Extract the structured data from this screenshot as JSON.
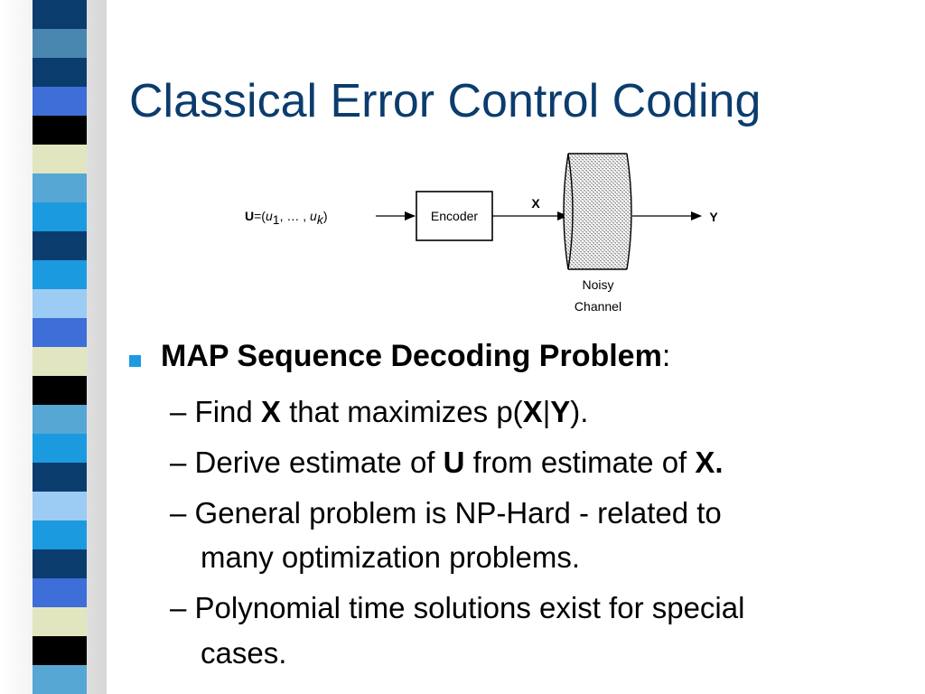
{
  "slide": {
    "title": "Classical Error Control Coding",
    "stripe_colors": [
      "#0b3c6e",
      "#4a87b0",
      "#0b3c6e",
      "#3e6ed8",
      "#000000",
      "#e2e6c0",
      "#56a7d4",
      "#1b9ae0",
      "#0b3c6e",
      "#1b9ae0",
      "#9ccbf4",
      "#3e6ed8",
      "#e2e6c0",
      "#000000",
      "#56a7d4",
      "#1b9ae0",
      "#0b3c6e",
      "#9ccbf4",
      "#1b9ae0",
      "#0b3c6e",
      "#3e6ed8",
      "#e2e6c0",
      "#000000",
      "#56a7d4"
    ]
  },
  "diagram": {
    "input_bold": "U",
    "input_eq": "=(",
    "input_u1": "u",
    "input_sub1": "1",
    "input_dots": ", … , ",
    "input_uk": "u",
    "input_subk": "k",
    "input_close": ")",
    "encoder_label": "Encoder",
    "x_label": "X",
    "y_label": "Y",
    "channel_line1": "Noisy",
    "channel_line2": "Channel"
  },
  "bullets": {
    "main_bold": "MAP Sequence Decoding Problem",
    "main_colon": ":",
    "sub1": {
      "dash": "– ",
      "pre": "Find ",
      "x": "X",
      "mid": " that maximizes p(",
      "x2": "X",
      "bar": "|",
      "y": "Y",
      "post": ")."
    },
    "sub2": {
      "dash": "– ",
      "pre": "Derive estimate of ",
      "u": "U",
      "mid": " from estimate of ",
      "x": "X."
    },
    "sub3": {
      "dash": "– ",
      "line1": "General problem is NP-Hard - related to",
      "line2": "many optimization problems."
    },
    "sub4": {
      "dash": "– ",
      "line1": "Polynomial time solutions exist for special",
      "line2": "cases."
    }
  }
}
